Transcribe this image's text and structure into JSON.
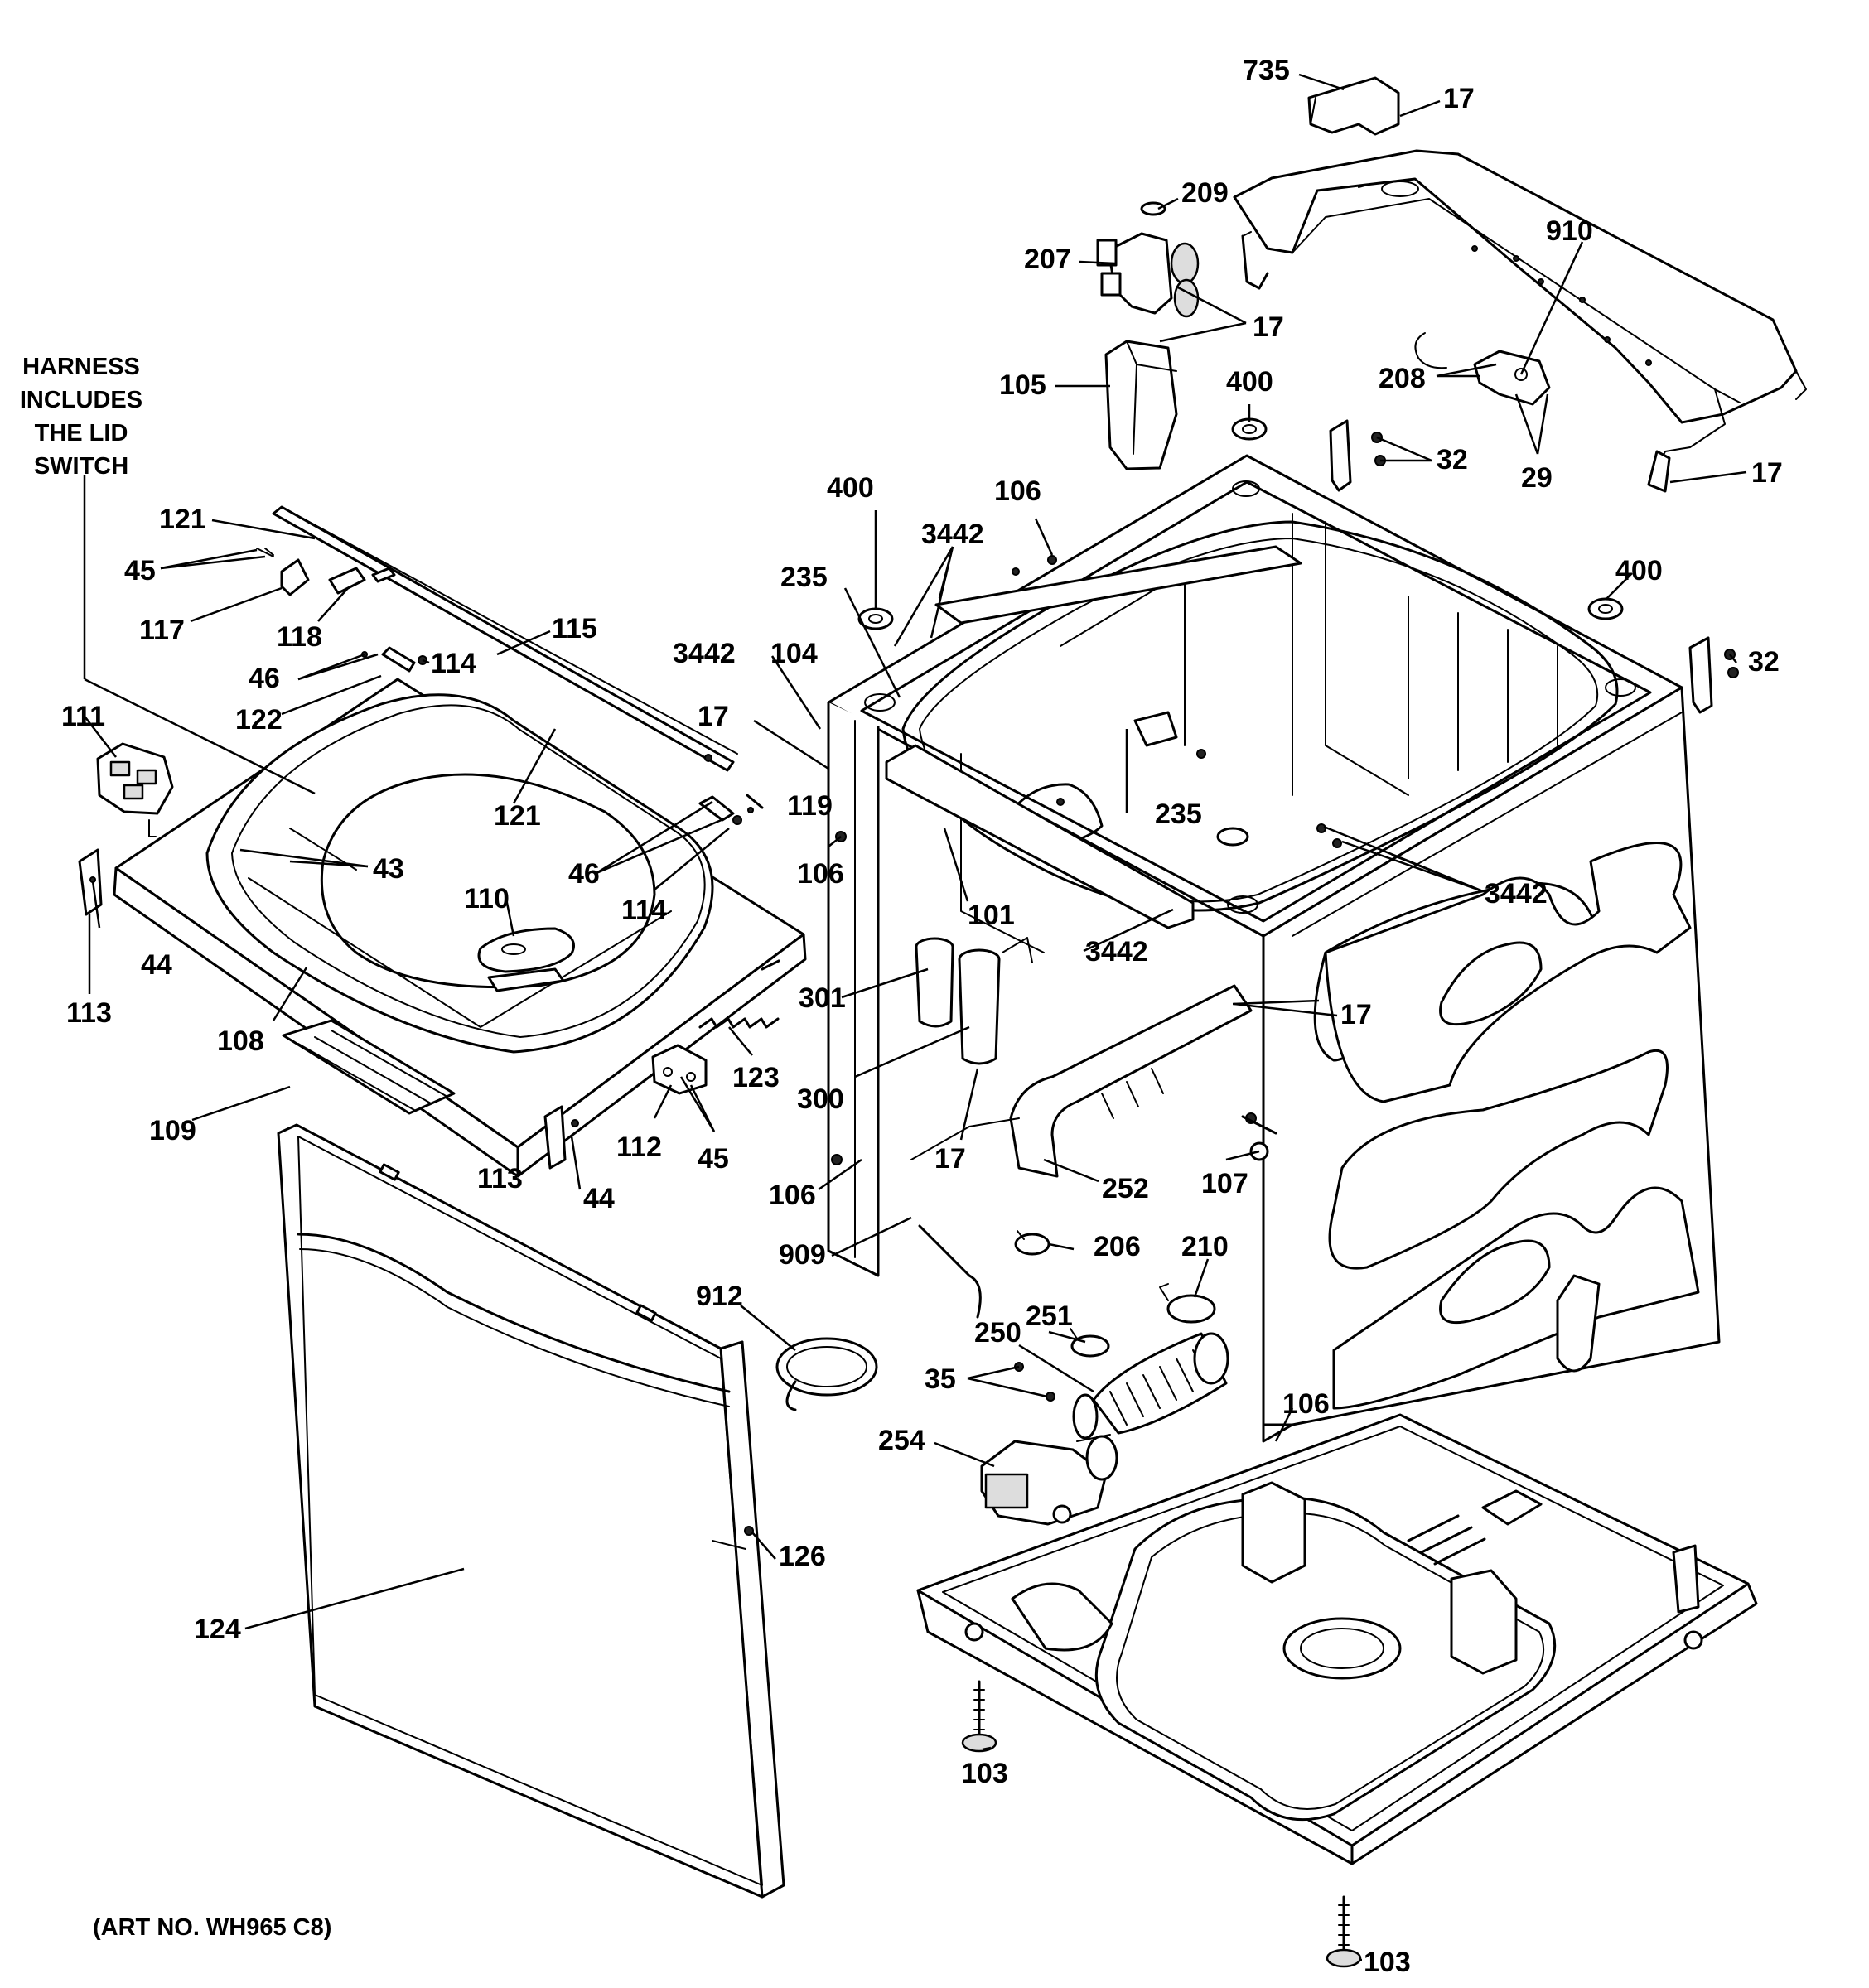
{
  "diagram": {
    "note_lines": [
      "HARNESS",
      "INCLUDES",
      "THE LID",
      "SWITCH"
    ],
    "art_number": "(ART NO. WH965 C8)"
  },
  "labels": [
    {
      "id": "lbl-735",
      "text": "735"
    },
    {
      "id": "lbl-17-a",
      "text": "17"
    },
    {
      "id": "lbl-209",
      "text": "209"
    },
    {
      "id": "lbl-910",
      "text": "910"
    },
    {
      "id": "lbl-207",
      "text": "207"
    },
    {
      "id": "lbl-17-b",
      "text": "17"
    },
    {
      "id": "lbl-105",
      "text": "105"
    },
    {
      "id": "lbl-400-a",
      "text": "400"
    },
    {
      "id": "lbl-208",
      "text": "208"
    },
    {
      "id": "lbl-32-a",
      "text": "32"
    },
    {
      "id": "lbl-29",
      "text": "29"
    },
    {
      "id": "lbl-17-c",
      "text": "17"
    },
    {
      "id": "lbl-121-a",
      "text": "121"
    },
    {
      "id": "lbl-400-b",
      "text": "400"
    },
    {
      "id": "lbl-106-a",
      "text": "106"
    },
    {
      "id": "lbl-45-a",
      "text": "45"
    },
    {
      "id": "lbl-3442-a",
      "text": "3442"
    },
    {
      "id": "lbl-235-a",
      "text": "235"
    },
    {
      "id": "lbl-400-c",
      "text": "400"
    },
    {
      "id": "lbl-117",
      "text": "117"
    },
    {
      "id": "lbl-118",
      "text": "118"
    },
    {
      "id": "lbl-115",
      "text": "115"
    },
    {
      "id": "lbl-46-a",
      "text": "46"
    },
    {
      "id": "lbl-114-a",
      "text": "114"
    },
    {
      "id": "lbl-3442-b",
      "text": "3442"
    },
    {
      "id": "lbl-104",
      "text": "104"
    },
    {
      "id": "lbl-32-b",
      "text": "32"
    },
    {
      "id": "lbl-122",
      "text": "122"
    },
    {
      "id": "lbl-17-d",
      "text": "17"
    },
    {
      "id": "lbl-111",
      "text": "111"
    },
    {
      "id": "lbl-121-b",
      "text": "121"
    },
    {
      "id": "lbl-119",
      "text": "119"
    },
    {
      "id": "lbl-235-b",
      "text": "235"
    },
    {
      "id": "lbl-43",
      "text": "43"
    },
    {
      "id": "lbl-46-b",
      "text": "46"
    },
    {
      "id": "lbl-106-b",
      "text": "106"
    },
    {
      "id": "lbl-3442-c",
      "text": "3442"
    },
    {
      "id": "lbl-110",
      "text": "110"
    },
    {
      "id": "lbl-114-b",
      "text": "114"
    },
    {
      "id": "lbl-101",
      "text": "101"
    },
    {
      "id": "lbl-3442-d",
      "text": "3442"
    },
    {
      "id": "lbl-44-a",
      "text": "44"
    },
    {
      "id": "lbl-301",
      "text": "301"
    },
    {
      "id": "lbl-17-e",
      "text": "17"
    },
    {
      "id": "lbl-113-a",
      "text": "113"
    },
    {
      "id": "lbl-108",
      "text": "108"
    },
    {
      "id": "lbl-123",
      "text": "123"
    },
    {
      "id": "lbl-300",
      "text": "300"
    },
    {
      "id": "lbl-109",
      "text": "109"
    },
    {
      "id": "lbl-112",
      "text": "112"
    },
    {
      "id": "lbl-45-b",
      "text": "45"
    },
    {
      "id": "lbl-17-f",
      "text": "17"
    },
    {
      "id": "lbl-113-b",
      "text": "113"
    },
    {
      "id": "lbl-252",
      "text": "252"
    },
    {
      "id": "lbl-107",
      "text": "107"
    },
    {
      "id": "lbl-44-b",
      "text": "44"
    },
    {
      "id": "lbl-106-c",
      "text": "106"
    },
    {
      "id": "lbl-210",
      "text": "210"
    },
    {
      "id": "lbl-206",
      "text": "206"
    },
    {
      "id": "lbl-909",
      "text": "909"
    },
    {
      "id": "lbl-912",
      "text": "912"
    },
    {
      "id": "lbl-251",
      "text": "251"
    },
    {
      "id": "lbl-250",
      "text": "250"
    },
    {
      "id": "lbl-35",
      "text": "35"
    },
    {
      "id": "lbl-106-d",
      "text": "106"
    },
    {
      "id": "lbl-254",
      "text": "254"
    },
    {
      "id": "lbl-126",
      "text": "126"
    },
    {
      "id": "lbl-124",
      "text": "124"
    },
    {
      "id": "lbl-103-a",
      "text": "103"
    },
    {
      "id": "lbl-103-b",
      "text": "103"
    }
  ]
}
